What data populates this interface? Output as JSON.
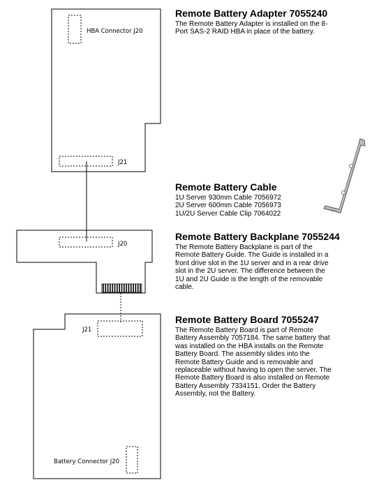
{
  "adapter": {
    "title": "Remote Battery Adapter 7055240",
    "description": "The Remote Battery Adapter is installed on the 8-Port SAS-2 RAID HBA in place of the battery.",
    "connector_top_label": "HBA Connector J20",
    "connector_bottom_label": "J21"
  },
  "cable": {
    "title": "Remote Battery Cable",
    "lines": [
      "1U Server 930mm Cable 7056972",
      "2U Server 600mm Cable 7056973",
      "1U/2U Server Cable Clip 7064022"
    ]
  },
  "backplane": {
    "title": "Remote Battery Backplane 7055244",
    "description": "The Remote Battery Backplane is part of the Remote Battery Guide. The Guide is installed in a front drive slot in the 1U server and in a rear drive slot in the 2U server. The difference between the 1U and 2U Guide is the length of the removable cable.",
    "connector_label": "J20"
  },
  "board": {
    "title": "Remote Battery Board 7055247",
    "description": "The Remote Battery Board is part of Remote Battery Assembly 7057184. The same battery that was installed on the HBA installs on the Remote Battery Board. The assembly slides into the Remote Battery Guide and is removable and replaceable without having to open the server. The Remote Battery Board is also installed on Remote Battery Assembly 7334151. Order the Battery Assembly, not the Battery.",
    "connector_top_label": "J21",
    "connector_bottom_label": "Battery Connector J20"
  }
}
